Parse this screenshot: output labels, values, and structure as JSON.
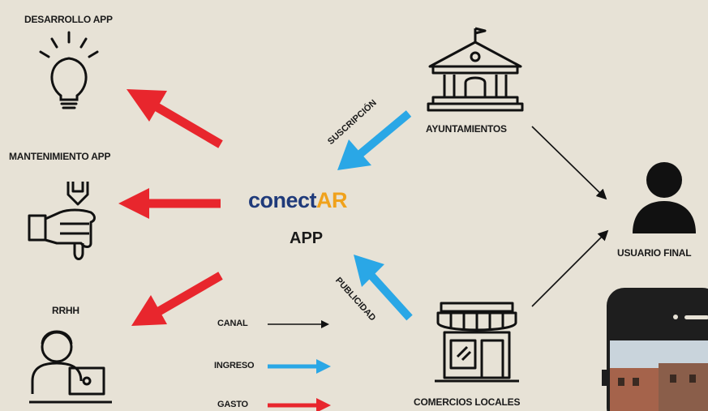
{
  "labels": {
    "desarrollo": "DESARROLLO APP",
    "mantenimiento": "MANTENIMIENTO APP",
    "rrhh": "RRHH",
    "ayuntamientos": "AYUNTAMIENTOS",
    "comercios": "COMERCIOS LOCALES",
    "usuario": "USUARIO FINAL",
    "suscripcion": "SUSCRIPCIÓN",
    "publicidad": "PUBLICIDAD",
    "app": "APP"
  },
  "brand": {
    "part1": "conect",
    "part2": "AR"
  },
  "legend": [
    {
      "label": "CANAL",
      "color": "#111111"
    },
    {
      "label": "INGRESO",
      "color": "#2aa7e6"
    },
    {
      "label": "GASTO",
      "color": "#e8262d"
    }
  ],
  "icons": [
    "lightbulb-icon",
    "wrench-hand-icon",
    "worker-laptop-icon",
    "town-hall-icon",
    "shop-icon",
    "user-icon",
    "smartphone-icon"
  ]
}
